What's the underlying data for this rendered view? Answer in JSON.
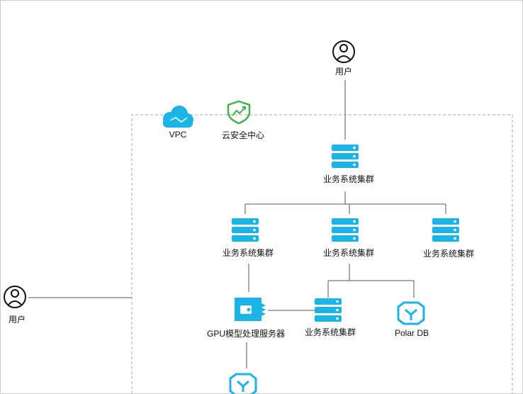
{
  "labels": {
    "user_top": "用户",
    "user_left": "用户",
    "vpc": "VPC",
    "security_center": "云安全中心",
    "cluster_main": "业务系统集群",
    "cluster_a": "业务系统集群",
    "cluster_b": "业务系统集群",
    "cluster_c": "业务系统集群",
    "cluster_d": "业务系统集群",
    "gpu_server": "GPU模型处理服务器",
    "polar_db": "Polar DB"
  },
  "icons": {
    "user": "user-circle-icon",
    "vpc": "cloud-icon",
    "security": "shield-trend-icon",
    "cluster": "server-stack-icon",
    "gpu": "gpu-card-icon",
    "database": "polar-db-icon"
  },
  "colors": {
    "accent": "#1ab4e6",
    "security_green": "#3bb54a",
    "line": "#555555",
    "dashed_border": "#aaaaaa"
  }
}
